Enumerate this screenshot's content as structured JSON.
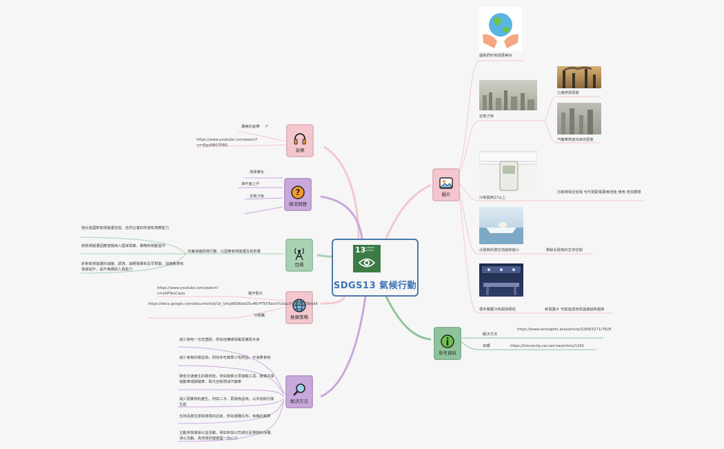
{
  "center": {
    "title": "SDGS13 氣候行動",
    "logo_number": "13",
    "logo_caption": "CLIMATE ACTION"
  },
  "branches": {
    "music": {
      "label": "音樂",
      "icon": "headphones-icon",
      "color": "#f2c3cc",
      "items": [
        "優美的音樂",
        "https://www.youtube.com/watch?v=rEguNB07EBQ"
      ]
    },
    "status": {
      "label": "現況問題",
      "icon": "question-icon",
      "color": "#c7a8da",
      "items": [
        "地球暖化",
        "海平面上升",
        "空氣汙染"
      ]
    },
    "goal": {
      "label": "目標",
      "icon": "antenna-icon",
      "color": "#a8d0b3",
      "main": "完備減緩調適行動，以因應氣候變遷及其影響",
      "items": [
        "強化各國對氣候變遷浩劫、自然災害的恢復和適應能力",
        "將氣候變遷因應措施納入國家政策、策略和規劃當中",
        "針對氣候變遷的減緩、調適、減輕衝擊和及早預警，加強教育和意識提升，提升機構與人員能力"
      ]
    },
    "promo": {
      "label": "推廣策略",
      "icon": "globe-icon",
      "color": "#f2c3cc",
      "items": [
        {
          "name": "製作影片",
          "url": "https://www.youtube.com/watch?v=zDPToxCwiio"
        },
        {
          "name": "分類購",
          "url": "https://docs.google.com/document/d/1k_UmpWSWsbG5u4ErPT5XTaxUt%XaLtYsyyayJKI8/edit"
        }
      ]
    },
    "solution": {
      "label": "解決方法",
      "icon": "magnifier-icon",
      "color": "#c7a8da",
      "items": [
        "減少使用一次性塑膠，例如自備環保餐具購買外食",
        "減少食物的碳足跡，例如多吃蔬果少吃肉品、不浪費食物",
        "降低交通產生的碳排放，例如搭乘大眾運輸工具、騎乘共享電動車或腳踏車、取代自駕燃油汽機車",
        "減少廢棄物的產生，例如二手、再製物品時，以手帕取代衛生紙",
        "支持具責任意與環境的店家，例如選購在地、有機的蔬果",
        "主動參與環保公益活動，例如參與公司或社區學辦的淨灘、淨山活動，為地球的健康盡一份心力"
      ]
    },
    "images": {
      "label": "圖片",
      "icon": "picture-icon",
      "color": "#f2c3cc",
      "items": [
        "讓我們的地球更美好",
        "空氣汙染",
        "工廠排放廢氣",
        "汽機車排放出來的廢氣",
        "冷氣開到27以上",
        "比較環保且省電 也可搭配電風扇增強 使用 增加循環",
        "北極熊的居住地越來越小",
        "剩餘北極熊的生存空間",
        "很多餐廳冷氣開得很低",
        "耗電量大 可能造成地球溫度越來越高"
      ]
    },
    "refs": {
      "label": "參考資料",
      "icon": "info-icon",
      "color": "#a8d0b3",
      "items": [
        {
          "name": "解決方法",
          "url": "https://www.seinsights.asia/article/3289/3271/7828"
        },
        {
          "name": "目標",
          "url": "https://futurecity.cw.com.tw/article/1292"
        }
      ]
    }
  },
  "colors": {
    "pink": "#f2c3cc",
    "purple": "#c7a8da",
    "green": "#a8d0b3",
    "blue_border": "#4a78ad",
    "logo_green": "#3d7b45"
  }
}
